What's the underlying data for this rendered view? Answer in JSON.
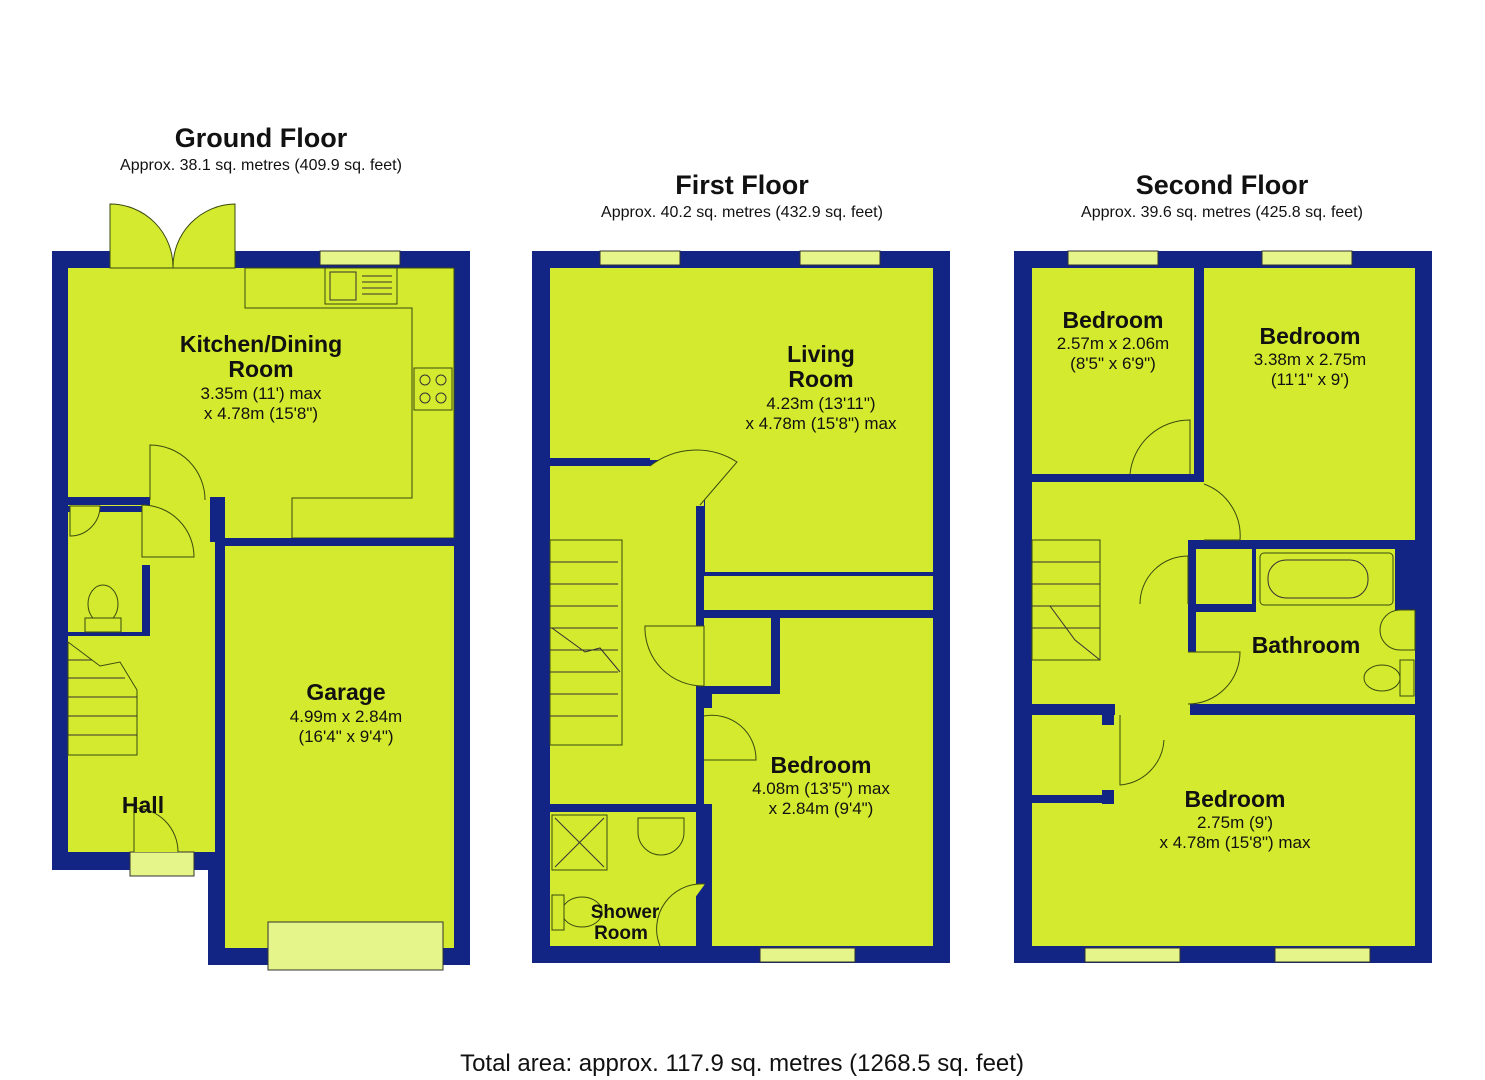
{
  "colors": {
    "wall": "#122585",
    "floor": "#d4ea2f",
    "fixture_line": "#333333"
  },
  "floors": [
    {
      "title": "Ground Floor",
      "area": "Approx. 38.1 sq. metres (409.9 sq. feet)",
      "rooms": [
        {
          "name_lines": [
            "Kitchen/Dining",
            "Room"
          ],
          "dims": [
            "3.35m (11') max",
            "x 4.78m (15'8\")"
          ]
        },
        {
          "name_lines": [
            "Garage"
          ],
          "dims": [
            "4.99m x 2.84m",
            "(16'4\" x 9'4\")"
          ]
        },
        {
          "name_lines": [
            "Hall"
          ],
          "dims": []
        }
      ]
    },
    {
      "title": "First Floor",
      "area": "Approx. 40.2 sq. metres (432.9 sq. feet)",
      "rooms": [
        {
          "name_lines": [
            "Living",
            "Room"
          ],
          "dims": [
            "4.23m (13'11\")",
            "x 4.78m (15'8\") max"
          ]
        },
        {
          "name_lines": [
            "Bedroom"
          ],
          "dims": [
            "4.08m (13'5\") max",
            "x 2.84m (9'4\")"
          ]
        },
        {
          "name_lines": [
            "Shower",
            "Room"
          ],
          "dims": []
        }
      ]
    },
    {
      "title": "Second Floor",
      "area": "Approx. 39.6 sq. metres (425.8 sq. feet)",
      "rooms": [
        {
          "name_lines": [
            "Bedroom"
          ],
          "dims": [
            "2.57m x 2.06m",
            "(8'5\" x 6'9\")"
          ]
        },
        {
          "name_lines": [
            "Bedroom"
          ],
          "dims": [
            "3.38m x 2.75m",
            "(11'1\" x 9')"
          ]
        },
        {
          "name_lines": [
            "Bathroom"
          ],
          "dims": []
        },
        {
          "name_lines": [
            "Bedroom"
          ],
          "dims": [
            "2.75m (9')",
            "x 4.78m (15'8\") max"
          ]
        }
      ]
    }
  ],
  "total_area": "Total area: approx. 117.9 sq. metres (1268.5 sq. feet)"
}
